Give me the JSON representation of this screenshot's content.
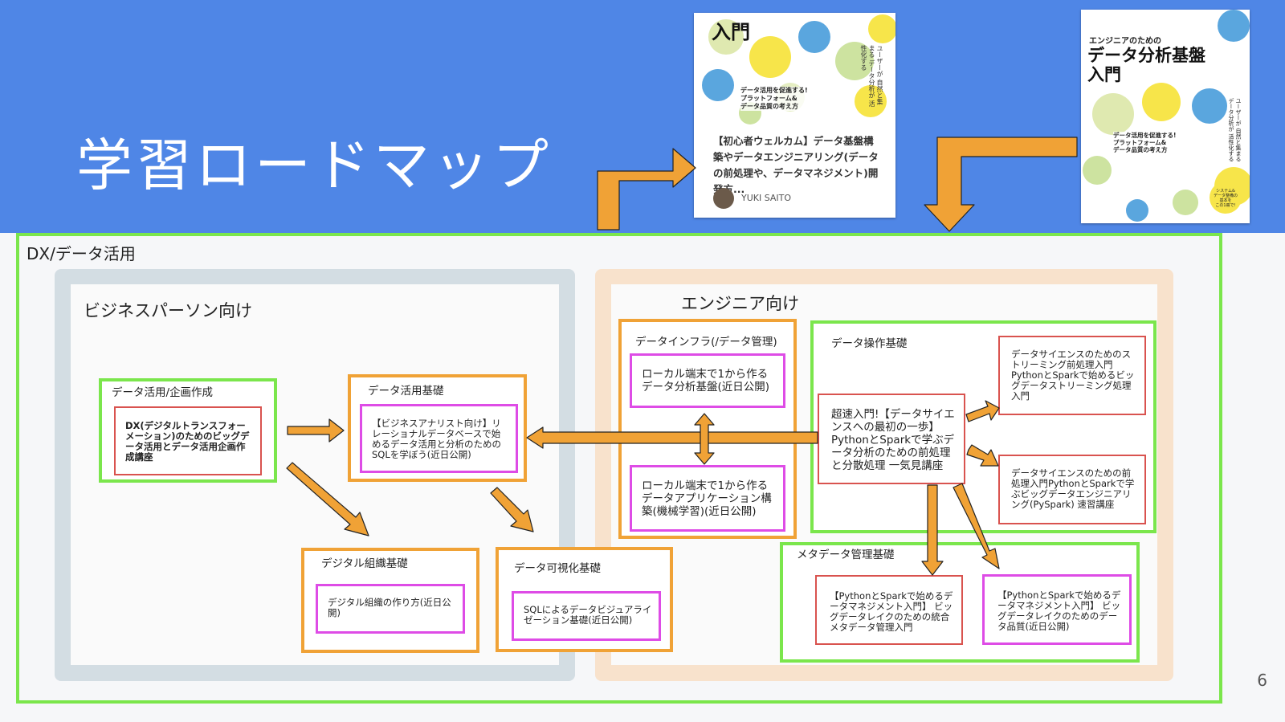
{
  "slide": {
    "title": "学習ロードマップ",
    "page_number": "6"
  },
  "book_card": {
    "cover_title": "入門",
    "cover_blurb": "データ活用を促進する!\nプラットフォーム&\nデータ品質の考え方",
    "cover_vertical": "ユーザーが 自然と集まる データ分析が 活性化する",
    "course_title": "【初心者ウェルカム】データ基盤構築やデータエンジニアリング(データの前処理や、データマネジメント)開発方...",
    "author": "YUKI SAITO"
  },
  "book_cover": {
    "subtitle": "エンジニアのための",
    "title": "データ分析基盤\n入門",
    "blurb": "データ活用を促進する!\nプラットフォーム&\nデータ品質の考え方",
    "vertical": "ユーザーが 自然と集まる データ分析が 活性化する",
    "badge": "システム&\nデータ整備の\n基本を\nこの1冊で!"
  },
  "diagram": {
    "outer_label": "DX/データ活用",
    "business": {
      "label": "ビジネスパーソン向け",
      "planning": {
        "label": "データ活用/企画作成",
        "course": "DX(デジタルトランスフォーメーション)のためのビッグデータ活用とデータ活用企画作成講座"
      },
      "foundation": {
        "label": "データ活用基礎",
        "course": "【ビジネスアナリスト向け】リレーショナルデータベースで始めるデータ活用と分析のためのSQLを学ぼう(近日公開)"
      },
      "org": {
        "label": "デジタル組織基礎",
        "course": "デジタル組織の作り方(近日公開)"
      },
      "viz": {
        "label": "データ可視化基礎",
        "course": "SQLによるデータビジュアライゼーション基礎(近日公開)"
      }
    },
    "engineer": {
      "label": "エンジニア向け",
      "infra": {
        "label": "データインフラ(/データ管理)",
        "course1": "ローカル端末で1から作るデータ分析基盤(近日公開)",
        "course2": "ローカル端末で1から作るデータアプリケーション構築(機械学習)(近日公開)"
      },
      "ops": {
        "label": "データ操作基礎",
        "main": "超速入門!【データサイエンスへの最初の一歩】PythonとSparkで学ぶデータ分析のための前処理と分散処理 一気見講座",
        "stream": "データサイエンスのためのストリーミング前処理入門 PythonとSparkで始めるビッグデータストリーミング処理入門",
        "pre": "データサイエンスのための前処理入門PythonとSparkで学ぶビッグデータエンジニアリング(PySpark) 速習講座"
      },
      "meta": {
        "label": "メタデータ管理基礎",
        "course1": "【PythonとSparkで始めるデータマネジメント入門】 ビッグデータレイクのための統合メタデータ管理入門",
        "course2": "【PythonとSparkで始めるデータマネジメント入門】 ビッグデータレイクのためのデータ品質(近日公開)"
      }
    }
  },
  "colors": {
    "header": "#4f86e6",
    "arrow": "#f0a236",
    "green": "#7be64c",
    "magenta": "#de4ce6",
    "red": "#d9534f"
  }
}
